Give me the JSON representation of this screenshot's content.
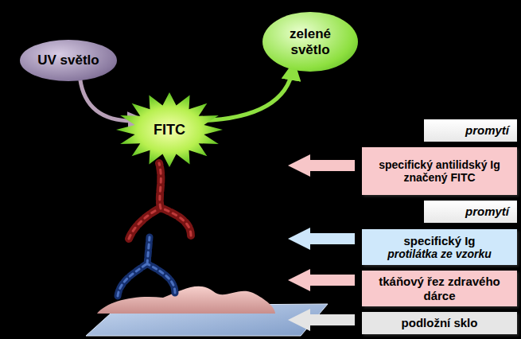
{
  "diagram": {
    "nodes": [
      {
        "text": [
          "UV světlo"
        ]
      },
      {
        "text": [
          "zelené světlo"
        ]
      },
      {
        "text": [
          "FITC"
        ]
      },
      {
        "text": [
          "promytí"
        ]
      },
      {
        "text": [
          "specifický antilidský Ig značený FITC"
        ]
      },
      {
        "text": [
          "promytí"
        ]
      },
      {
        "text": [
          "specifický Ig",
          "protilátka ze vzorku"
        ]
      },
      {
        "text": [
          "tkáňový řez zdravého dárce"
        ]
      },
      {
        "text": [
          "podložní sklo"
        ]
      }
    ],
    "edges": [
      {
        "from": 0,
        "to": 2,
        "arrow": "to"
      },
      {
        "from": 2,
        "to": 1,
        "arrow": "to"
      }
    ]
  }
}
